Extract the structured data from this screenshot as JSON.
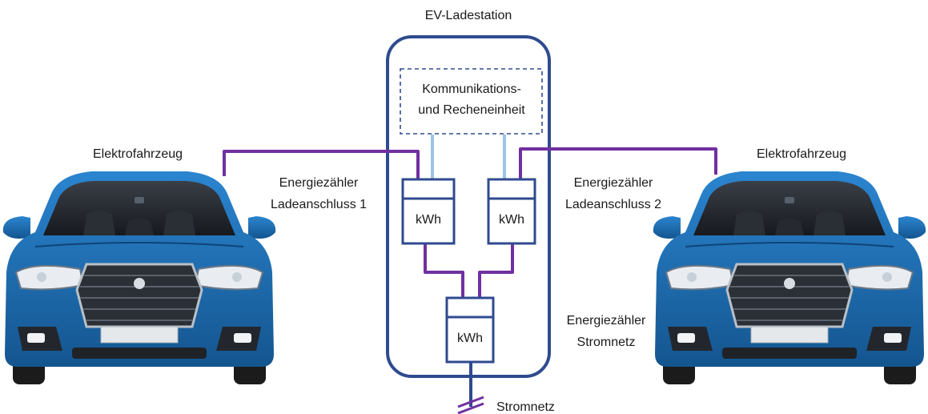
{
  "station": {
    "title": "EV-Ladestation"
  },
  "comm_unit": {
    "line1": "Kommunikations-",
    "line2": "und Recheneinheit"
  },
  "meters": {
    "port1": {
      "unit": "kWh",
      "label1": "Energiezähler",
      "label2": "Ladeanschluss 1"
    },
    "port2": {
      "unit": "kWh",
      "label1": "Energiezähler",
      "label2": "Ladeanschluss 2"
    },
    "grid": {
      "unit": "kWh",
      "label1": "Energiezähler",
      "label2": "Stromnetz"
    }
  },
  "vehicles": {
    "left": {
      "label": "Elektrofahrzeug"
    },
    "right": {
      "label": "Elektrofahrzeug"
    }
  },
  "grid": {
    "label": "Stromnetz"
  },
  "colors": {
    "station_border": "#2f4b8f",
    "meter_border": "#2f4b8f",
    "power_line": "#7030a0",
    "data_line": "#9dc3e6",
    "car_body": "#1e6fb8",
    "car_dark": "#124a82"
  }
}
